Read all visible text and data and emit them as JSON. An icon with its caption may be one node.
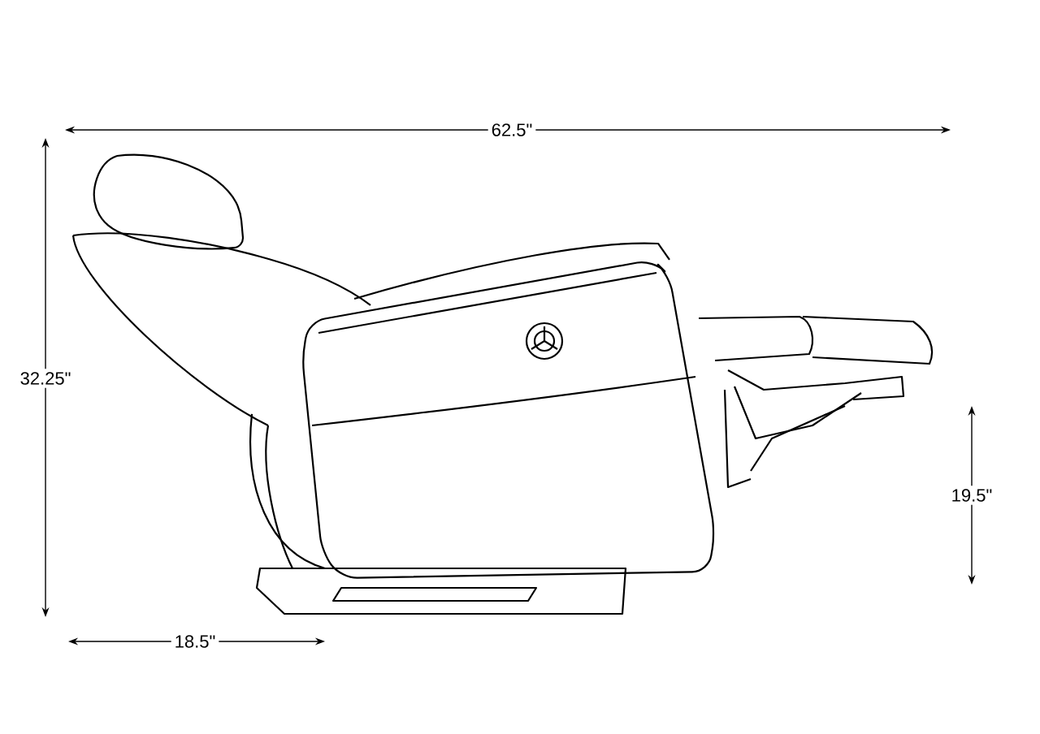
{
  "diagram": {
    "labels": [
      "62.5\"",
      "32.25\"",
      "19.5\"",
      "18.5\""
    ]
  }
}
